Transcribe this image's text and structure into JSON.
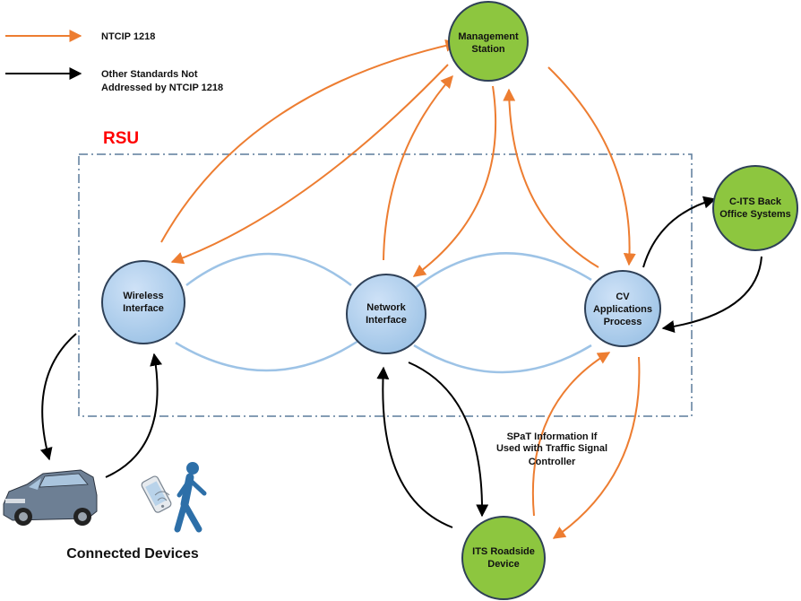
{
  "legend": {
    "ntcip": {
      "label": "NTCIP 1218",
      "color": "#ed7d31"
    },
    "other": {
      "line1": "Other Standards Not",
      "line2": "Addressed by NTCIP 1218",
      "color": "#000000"
    }
  },
  "rsu_label": "RSU",
  "rsu_color": "#ff0000",
  "nodes": {
    "management": {
      "line1": "Management",
      "line2": "Station",
      "fill": "#8dc63f"
    },
    "wireless": {
      "line1": "Wireless",
      "line2": "Interface",
      "fill": "#9dc3e6"
    },
    "network": {
      "line1": "Network",
      "line2": "Interface",
      "fill": "#9dc3e6"
    },
    "cv": {
      "line1": "CV",
      "line2": "Applications",
      "line3": "Process",
      "fill": "#9dc3e6"
    },
    "backoffice": {
      "line1": "C-ITS Back",
      "line2": "Office Systems",
      "fill": "#8dc63f"
    },
    "roadside": {
      "line1": "ITS Roadside",
      "line2": "Device",
      "fill": "#8dc63f"
    }
  },
  "spat_note": {
    "line1": "SPaT Information If",
    "line2": "Used with Traffic Signal",
    "line3": "Controller"
  },
  "connected_devices_label": "Connected Devices",
  "icons": [
    "car-icon",
    "smartphone-icon",
    "pedestrian-icon"
  ]
}
